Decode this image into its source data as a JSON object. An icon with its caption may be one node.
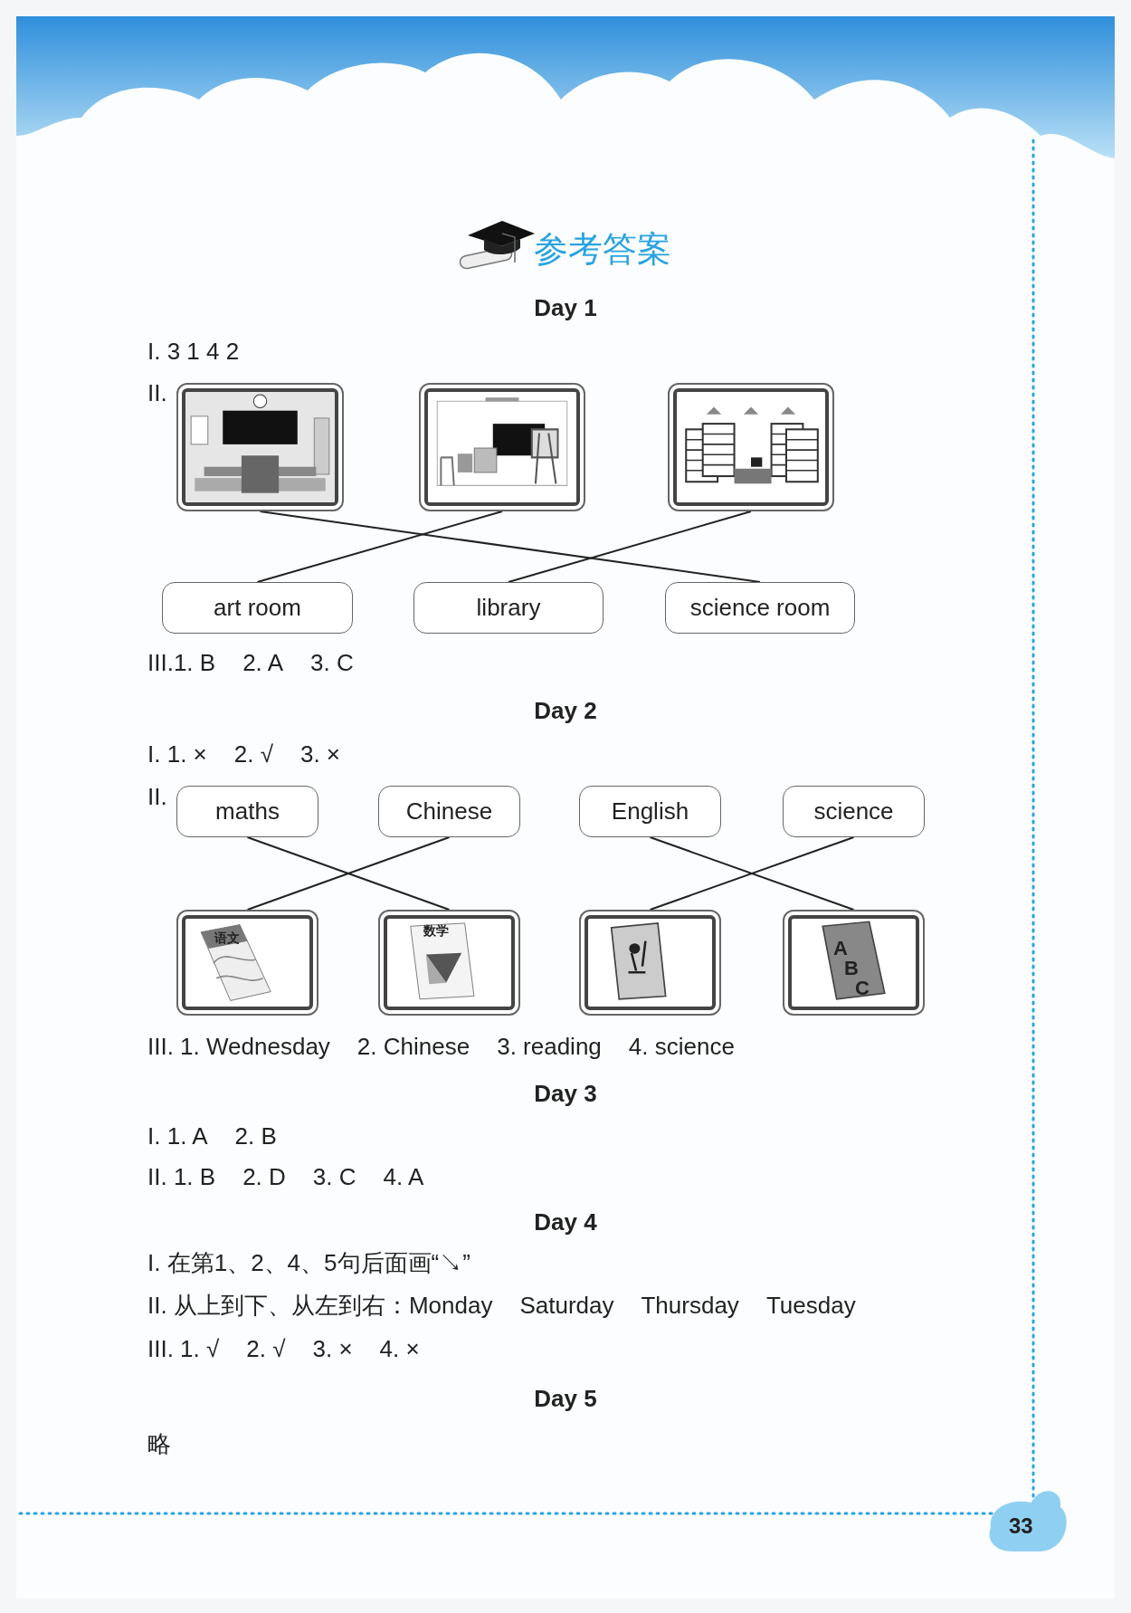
{
  "diagram": {
    "title": "参考答案",
    "nodes": [
      {
        "text": [],
        "shape": "picture"
      },
      {
        "text": [],
        "shape": "picture"
      },
      {
        "text": [],
        "shape": "picture"
      },
      {
        "text": [
          "art room"
        ]
      },
      {
        "text": [
          "library"
        ]
      },
      {
        "text": [
          "science room"
        ]
      },
      {
        "text": [
          "maths"
        ]
      },
      {
        "text": [
          "Chinese"
        ]
      },
      {
        "text": [
          "English"
        ]
      },
      {
        "text": [
          "science"
        ]
      },
      {
        "text": [],
        "shape": "picture"
      },
      {
        "text": [],
        "shape": "picture"
      },
      {
        "text": [],
        "shape": "picture"
      },
      {
        "text": [],
        "shape": "picture"
      }
    ],
    "edges": [
      {
        "from": 0,
        "to": 5,
        "arrow": "none"
      },
      {
        "from": 1,
        "to": 3,
        "arrow": "none"
      },
      {
        "from": 2,
        "to": 4,
        "arrow": "none"
      },
      {
        "from": 6,
        "to": 11,
        "arrow": "none"
      },
      {
        "from": 7,
        "to": 10,
        "arrow": "none"
      },
      {
        "from": 8,
        "to": 13,
        "arrow": "none"
      },
      {
        "from": 9,
        "to": 12,
        "arrow": "none"
      }
    ],
    "labels": [
      "Day 1",
      "I. 3 1 4 2",
      "II.",
      "III.1. B",
      "2. A",
      "3. C",
      "Day 2",
      "I. 1. ×",
      "2. √",
      "3. ×",
      "II.",
      "III. 1. Wednesday",
      "2. Chinese",
      "3. reading",
      "4. science",
      "Day 3",
      "I. 1. A",
      "2. B",
      "II. 1. B",
      "2. D",
      "3. C",
      "4. A",
      "Day 4",
      "I. 在第1、2、4、5句后面画“↘”",
      "II. 从上到下、从左到右：Monday",
      "Saturday",
      "Thursday",
      "Tuesday",
      "III. 1. √",
      "2. √",
      "3. ×",
      "4. ×",
      "Day 5",
      "略",
      "33",
      "语文",
      "数学",
      "A",
      "B",
      "C"
    ]
  }
}
